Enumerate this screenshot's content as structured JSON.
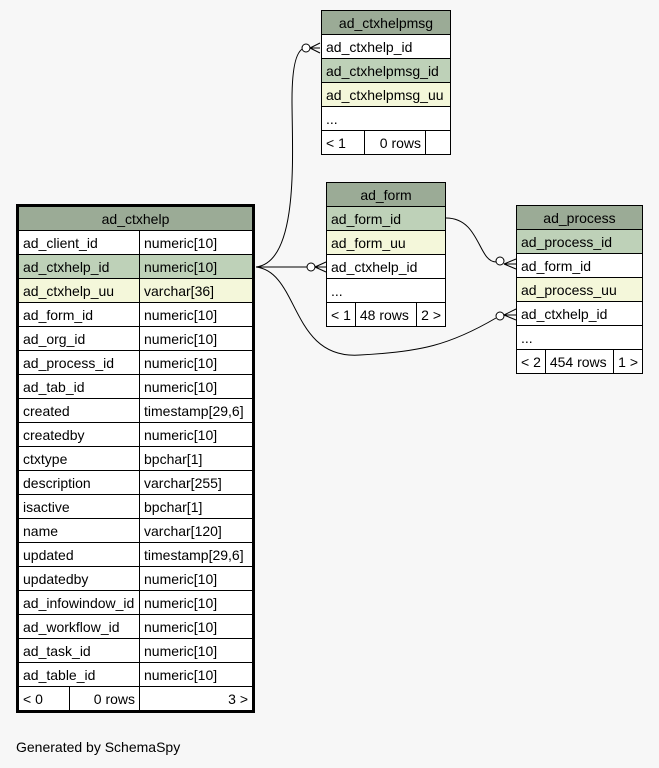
{
  "footer": "Generated by SchemaSpy",
  "ad_ctxhelp": {
    "title": "ad_ctxhelp",
    "columns": [
      {
        "name": "ad_client_id",
        "type": "numeric[10]"
      },
      {
        "name": "ad_ctxhelp_id",
        "type": "numeric[10]"
      },
      {
        "name": "ad_ctxhelp_uu",
        "type": "varchar[36]"
      },
      {
        "name": "ad_form_id",
        "type": "numeric[10]"
      },
      {
        "name": "ad_org_id",
        "type": "numeric[10]"
      },
      {
        "name": "ad_process_id",
        "type": "numeric[10]"
      },
      {
        "name": "ad_tab_id",
        "type": "numeric[10]"
      },
      {
        "name": "created",
        "type": "timestamp[29,6]"
      },
      {
        "name": "createdby",
        "type": "numeric[10]"
      },
      {
        "name": "ctxtype",
        "type": "bpchar[1]"
      },
      {
        "name": "description",
        "type": "varchar[255]"
      },
      {
        "name": "isactive",
        "type": "bpchar[1]"
      },
      {
        "name": "name",
        "type": "varchar[120]"
      },
      {
        "name": "updated",
        "type": "timestamp[29,6]"
      },
      {
        "name": "updatedby",
        "type": "numeric[10]"
      },
      {
        "name": "ad_infowindow_id",
        "type": "numeric[10]"
      },
      {
        "name": "ad_workflow_id",
        "type": "numeric[10]"
      },
      {
        "name": "ad_task_id",
        "type": "numeric[10]"
      },
      {
        "name": "ad_table_id",
        "type": "numeric[10]"
      }
    ],
    "parents": "< 0",
    "rows": "0 rows",
    "children": "3 >"
  },
  "ad_ctxhelpmsg": {
    "title": "ad_ctxhelpmsg",
    "columns": [
      "ad_ctxhelp_id",
      "ad_ctxhelpmsg_id",
      "ad_ctxhelpmsg_uu",
      "..."
    ],
    "parents": "< 1",
    "rows": "0 rows",
    "children": ""
  },
  "ad_form": {
    "title": "ad_form",
    "columns": [
      "ad_form_id",
      "ad_form_uu",
      "ad_ctxhelp_id",
      "..."
    ],
    "parents": "< 1",
    "rows": "48 rows",
    "children": "2 >"
  },
  "ad_process": {
    "title": "ad_process",
    "columns": [
      "ad_process_id",
      "ad_form_id",
      "ad_process_uu",
      "ad_ctxhelp_id",
      "..."
    ],
    "parents": "< 2",
    "rows": "454 rows",
    "children": "1 >"
  }
}
